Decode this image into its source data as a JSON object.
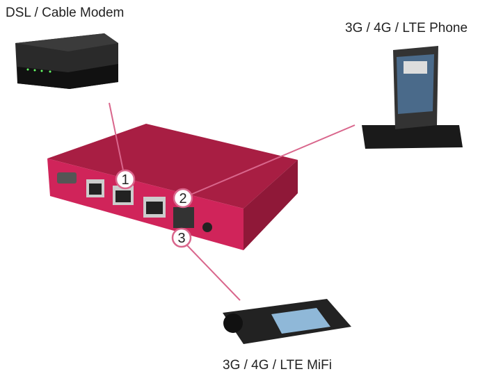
{
  "labels": {
    "modem": "DSL / Cable Modem",
    "phone": "3G / 4G / LTE Phone",
    "mifi": "3G / 4G / LTE MiFi"
  },
  "ports": [
    "1",
    "2",
    "3"
  ],
  "colors": {
    "router": "#c2224f",
    "connector": "#d9668c"
  }
}
